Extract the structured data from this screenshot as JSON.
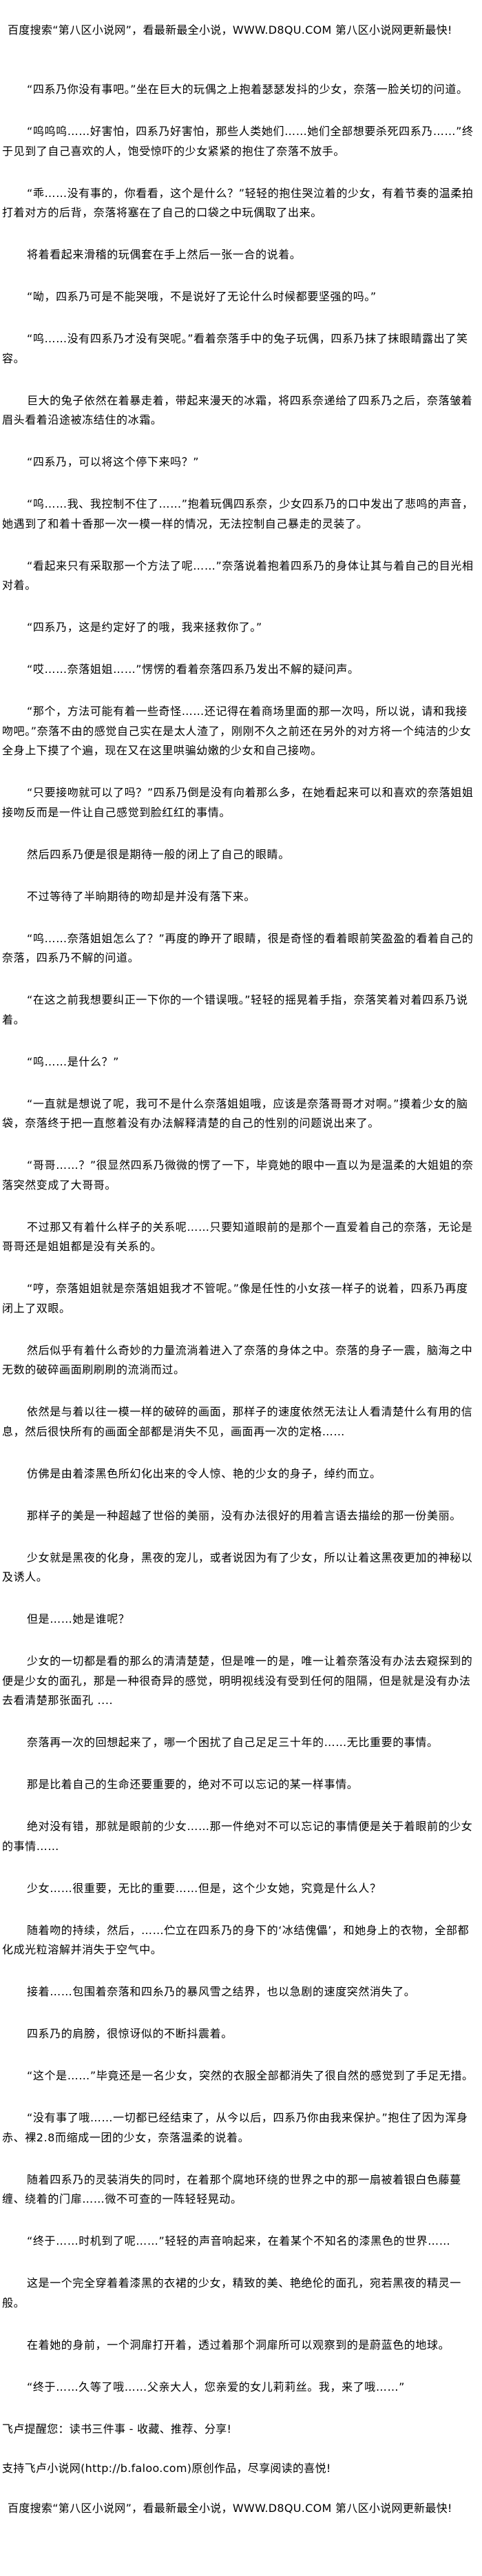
{
  "banner": "百度搜索“第八区小说网”，看最新最全小说，WWW.D8QU.COM   第八区小说网更新最快!",
  "paragraphs": [
    "“四系乃你没有事吧。”坐在巨大的玩偶之上抱着瑟瑟发抖的少女，奈落一脸关切的问道。",
    "“呜呜呜……好害怕，四系乃好害怕，那些人类她们……她们全部想要杀死四系乃……”终于见到了自己喜欢的人，饱受惊吓的少女紧紧的抱住了奈落不放手。",
    "“乖……没有事的，你看看，这个是什么？”轻轻的抱住哭泣着的少女，有着节奏的温柔拍打着对方的后背，奈落将塞在了自己的口袋之中玩偶取了出来。",
    "将着看起来滑稽的玩偶套在手上然后一张一合的说着。",
    "“呦，四系乃可是不能哭哦，不是说好了无论什么时候都要坚强的吗。”",
    "“呜……没有四系乃才没有哭呢。”看着奈落手中的兔子玩偶，四系乃抹了抹眼睛露出了笑容。",
    "巨大的兔子依然在着暴走着，带起来漫天的冰霜，将四系奈递给了四系乃之后，奈落皱着眉头看着沿途被冻结住的冰霜。",
    "“四系乃，可以将这个停下来吗？”",
    "“呜……我、我控制不住了……”抱着玩偶四系奈，少女四系乃的口中发出了悲鸣的声音，她遇到了和着十香那一次一模一样的情况，无法控制自己暴走的灵装了。",
    "“看起来只有采取那一个方法了呢……”奈落说着抱着四系乃的身体让其与着自己的目光相对着。",
    "“四系乃，这是约定好了的哦，我来拯救你了。”",
    "“哎……奈落姐姐……”愣愣的看着奈落四系乃发出不解的疑问声。",
    "“那个，方法可能有着一些奇怪……还记得在着商场里面的那一次吗，所以说，请和我接吻吧。”奈落不由的感觉自己实在是太人渣了，刚刚不久之前还在另外的对方将一个纯洁的少女全身上下摸了个遍，现在又在这里哄骗幼嫩的少女和自己接吻。",
    "“只要接吻就可以了吗？”四系乃倒是没有向着那么多，在她看起来可以和喜欢的奈落姐姐接吻反而是一件让自己感觉到脸红红的事情。",
    "然后四系乃便是很是期待一般的闭上了自己的眼睛。",
    "不过等待了半晌期待的吻却是并没有落下来。",
    "“呜……奈落姐姐怎么了？”再度的睁开了眼睛，很是奇怪的看着眼前笑盈盈的看着自己的奈落，四系乃不解的问道。",
    "“在这之前我想要纠正一下你的一个错误哦。”轻轻的摇晃着手指，奈落笑着对着四系乃说着。",
    "“呜……是什么？”",
    "“一直就是想说了呢，我可不是什么奈落姐姐哦，应该是奈落哥哥才对啊。”摸着少女的脑袋，奈落终于把一直憋着没有办法解释清楚的自己的性别的问题说出来了。",
    "“哥哥……？”很显然四系乃微微的愣了一下，毕竟她的眼中一直以为是温柔的大姐姐的奈落突然变成了大哥哥。",
    "不过那又有着什么样子的关系呢……只要知道眼前的是那个一直爱着自己的奈落，无论是哥哥还是姐姐都是没有关系的。",
    "“哼，奈落姐姐就是奈落姐姐我才不管呢。”像是任性的小女孩一样子的说着，四系乃再度闭上了双眼。",
    "然后似乎有着什么奇妙的力量流淌着进入了奈落的身体之中。奈落的身子一震，脑海之中无数的破碎画面刷刷刷的流淌而过。",
    "依然是与着以往一模一样的破碎的画面，那样子的速度依然无法让人看清楚什么有用的信息，然后很快所有的画面全部都是消失不见，画面再一次的定格……",
    "仿佛是由着漆黑色所幻化出来的令人惊、艳的少女的身子，绰约而立。",
    "那样子的美是一种超越了世俗的美丽，没有办法很好的用着言语去描绘的那一份美丽。",
    "少女就是黑夜的化身，黑夜的宠儿，或者说因为有了少女，所以让着这黑夜更加的神秘以及诱人。",
    "但是……她是谁呢？",
    "少女的一切都是看的那么的清清楚楚，但是唯一的是，唯一让着奈落没有办法去窥探到的便是少女的面孔，那是一种很奇异的感觉，明明视线没有受到任何的阻隔，但是就是没有办法去看清楚那张面孔 ....",
    "奈落再一次的回想起来了，哪一个困扰了自己足足三十年的……无比重要的事情。",
    "那是比着自己的生命还要重要的，绝对不可以忘记的某一样事情。",
    "绝对没有错，那就是眼前的少女……那一件绝对不可以忘记的事情便是关于着眼前的少女的事情……",
    "少女……很重要，无比的重要……但是，这个少女她，究竟是什么人？",
    "随着吻的持续，然后，……伫立在四系乃的身下的‘冰结傀儡’，和她身上的衣物，全部都化成光粒溶解并消失于空气中。",
    "接着……包围着奈落和四糸乃的暴风雪之结界，也以急剧的速度突然消失了。",
    "四系乃的肩膀，很惊讶似的不断抖震着。",
    "“这个是……”毕竟还是一名少女，突然的衣服全部都消失了很自然的感觉到了手足无措。",
    "“没有事了哦……一切都已经结束了，从今以后，四系乃你由我来保护。”抱住了因为浑身赤、裸2.8而缩成一团的少女，奈落温柔的说着。",
    "随着四系乃的灵装消失的同时，在着那个腐地环绕的世界之中的那一扇被着银白色藤蔓缠、绕着的门扉……微不可查的一阵轻轻晃动。",
    "“终于……时机到了呢……”轻轻的声音响起来，在着某个不知名的漆黑色的世界……",
    "这是一个完全穿着着漆黑的衣裙的少女，精致的美、艳绝伦的面孔，宛若黑夜的精灵一般。",
    "在着她的身前，一个洞扉打开着，透过着那个洞扉所可以观察到的是蔚蓝色的地球。",
    "“终于……久等了哦……父亲大人，您亲爱的女儿莉莉丝。我，来了哦……”"
  ],
  "notes": {
    "reminder": "飞卢提醒您：读书三件事 - 收藏、推荐、分享!",
    "support": "支持飞卢小说网(http://b.faloo.com)原创作品，尽享阅读的喜悦!"
  }
}
